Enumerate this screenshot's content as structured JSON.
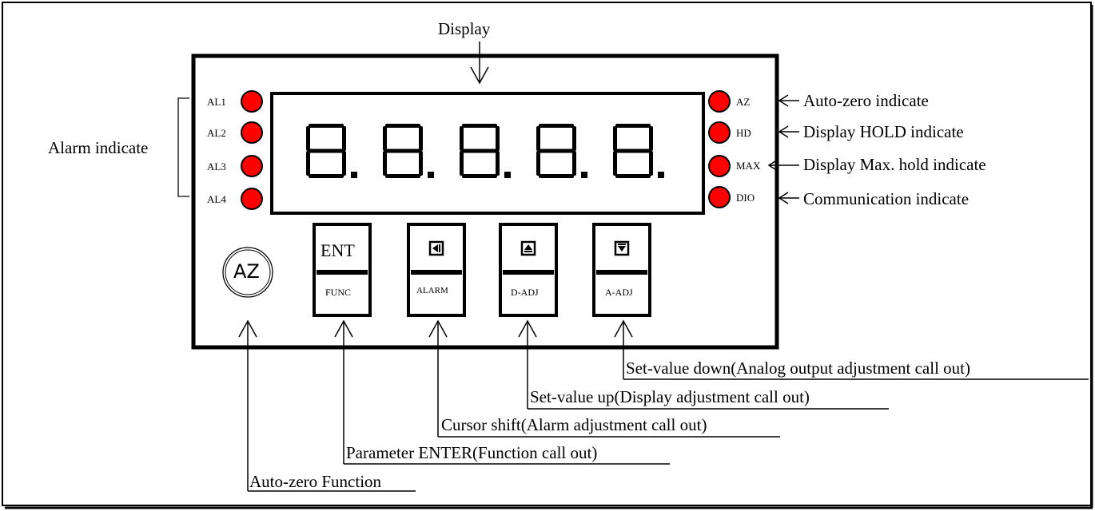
{
  "title": "Display",
  "alarm_group_label": "Alarm indicate",
  "left_leds": [
    {
      "label": "AL1",
      "color": "#ff0000"
    },
    {
      "label": "AL2",
      "color": "#ff0000"
    },
    {
      "label": "AL3",
      "color": "#ff0000"
    },
    {
      "label": "AL4",
      "color": "#ff0000"
    }
  ],
  "right_leds": [
    {
      "label": "AZ",
      "description": "Auto-zero indicate",
      "color": "#ff0000"
    },
    {
      "label": "HD",
      "description": "Display HOLD indicate",
      "color": "#ff0000"
    },
    {
      "label": "MAX",
      "description": "Display Max. hold indicate",
      "color": "#ff0000"
    },
    {
      "label": "DIO",
      "description": "Communication indicate",
      "color": "#ff0000"
    }
  ],
  "display": {
    "digits": "8.8.8.8.8."
  },
  "az_button": {
    "label": "AZ",
    "description": "Auto-zero Function"
  },
  "keys": [
    {
      "top": "ENT",
      "bottom": "FUNC",
      "description": "Parameter ENTER(Function call out)"
    },
    {
      "top_icon": "left-arrow-icon",
      "bottom": "ALARM",
      "description": "Cursor shift(Alarm adjustment call out)"
    },
    {
      "top_icon": "up-arrow-icon",
      "bottom": "D-ADJ",
      "description": "Set-value up(Display adjustment call out)"
    },
    {
      "top_icon": "down-arrow-icon",
      "bottom": "A-ADJ",
      "description": "Set-value down(Analog output adjustment call out)"
    }
  ],
  "colors": {
    "led": "#ff0000",
    "line": "#000000"
  }
}
